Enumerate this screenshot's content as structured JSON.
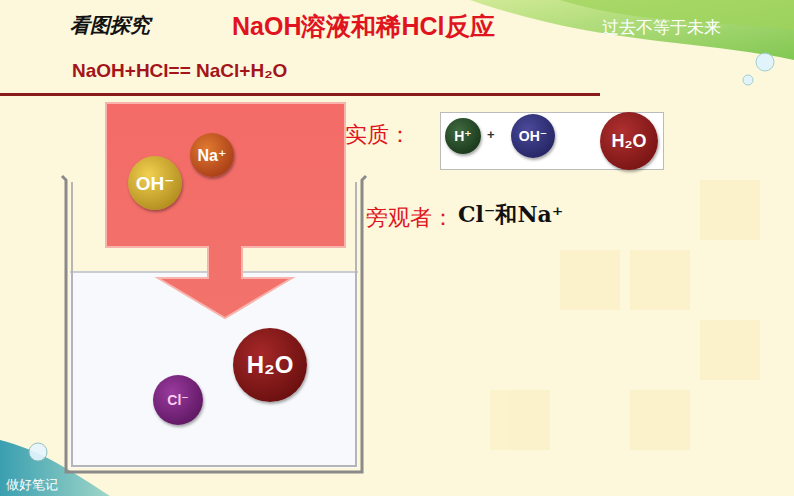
{
  "diagram": {
    "title": "NaOH溶液和稀HCl反应",
    "nodes": [
      {
        "text": [
          "+"
        ]
      },
      {
        "text": [
          "H⁺"
        ],
        "in": 0
      },
      {
        "text": [
          "OH⁻"
        ],
        "in": 0
      },
      {
        "text": [
          "H₂O"
        ],
        "in": 0
      },
      {
        "text": [
          "Na⁺"
        ]
      },
      {
        "text": [
          "OH⁻"
        ]
      },
      {
        "text": [
          "H₂O"
        ]
      },
      {
        "text": [
          "Cl⁻"
        ]
      }
    ],
    "edges": [
      {
        "from": 2,
        "to": 3,
        "arrow": "to"
      }
    ],
    "labels": [
      "看图探究",
      "过去不等于未来",
      "NaOH+HCl== NaCl+H₂O",
      "实质：",
      "旁观者：",
      "Cl⁻和Na⁺",
      "做好笔记"
    ]
  }
}
